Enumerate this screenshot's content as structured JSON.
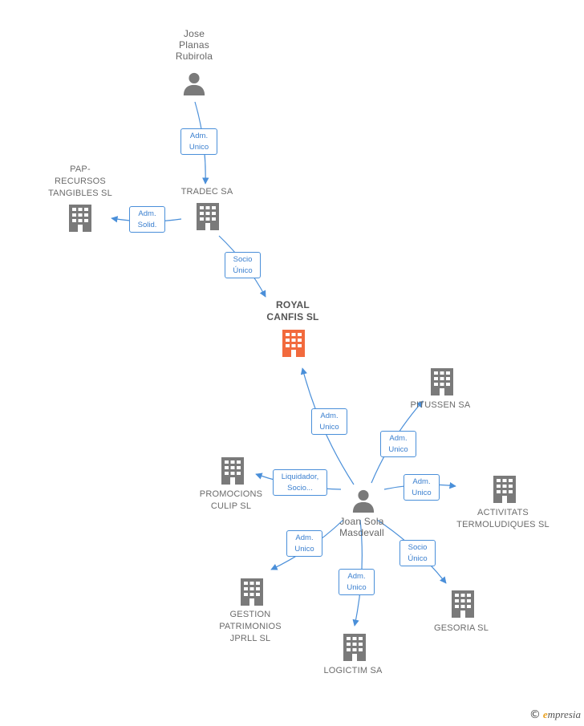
{
  "colors": {
    "edge": "#4a8fd9",
    "icon_gray": "#7a7a7a",
    "icon_main": "#f26a3d",
    "text": "#6b6b6b"
  },
  "nodes": [
    {
      "id": "jose",
      "kind": "person",
      "lines": [
        "Jose",
        "Planas",
        "Rubirola"
      ],
      "icon": "person-icon"
    },
    {
      "id": "tradec",
      "kind": "company",
      "lines": [
        "TRADEC SA"
      ],
      "icon": "building-icon"
    },
    {
      "id": "pap",
      "kind": "company",
      "lines": [
        "PAP-",
        "RECURSOS",
        "TANGIBLES SL"
      ],
      "icon": "building-icon"
    },
    {
      "id": "royal",
      "kind": "main",
      "lines": [
        "ROYAL",
        "CANFIS  SL"
      ],
      "icon": "building-icon"
    },
    {
      "id": "pitussen",
      "kind": "company",
      "lines": [
        "PITUSSEN SA"
      ],
      "icon": "building-icon"
    },
    {
      "id": "promocions",
      "kind": "company",
      "lines": [
        "PROMOCIONS",
        "CULIP SL"
      ],
      "icon": "building-icon"
    },
    {
      "id": "joan",
      "kind": "person",
      "lines": [
        "Joan Sola",
        "Masdevall"
      ],
      "icon": "person-icon"
    },
    {
      "id": "activitats",
      "kind": "company",
      "lines": [
        "ACTIVITATS",
        "TERMOLUDIQUES SL"
      ],
      "icon": "building-icon"
    },
    {
      "id": "gestion",
      "kind": "company",
      "lines": [
        "GESTION",
        "PATRIMONIOS",
        "JPRLL  SL"
      ],
      "icon": "building-icon"
    },
    {
      "id": "logictim",
      "kind": "company",
      "lines": [
        "LOGICTIM SA"
      ],
      "icon": "building-icon"
    },
    {
      "id": "gesoria",
      "kind": "company",
      "lines": [
        "GESORIA  SL"
      ],
      "icon": "building-icon"
    }
  ],
  "edges": [
    {
      "from": "jose",
      "to": "tradec",
      "lines": [
        "Adm.",
        "Unico"
      ]
    },
    {
      "from": "tradec",
      "to": "pap",
      "lines": [
        "Adm.",
        "Solid."
      ]
    },
    {
      "from": "tradec",
      "to": "royal",
      "lines": [
        "Socio",
        "Único"
      ]
    },
    {
      "from": "joan",
      "to": "royal",
      "lines": [
        "Adm.",
        "Unico"
      ]
    },
    {
      "from": "joan",
      "to": "pitussen",
      "lines": [
        "Adm.",
        "Unico"
      ]
    },
    {
      "from": "joan",
      "to": "promocions",
      "lines": [
        "Liquidador,",
        "Socio..."
      ]
    },
    {
      "from": "joan",
      "to": "activitats",
      "lines": [
        "Adm.",
        "Unico"
      ]
    },
    {
      "from": "joan",
      "to": "gestion",
      "lines": [
        "Adm.",
        "Unico"
      ]
    },
    {
      "from": "joan",
      "to": "logictim",
      "lines": [
        "Adm.",
        "Unico"
      ]
    },
    {
      "from": "joan",
      "to": "gesoria",
      "lines": [
        "Socio",
        "Único"
      ]
    }
  ],
  "brand": {
    "copyright": "©",
    "initial": "e",
    "rest": "mpresia"
  }
}
